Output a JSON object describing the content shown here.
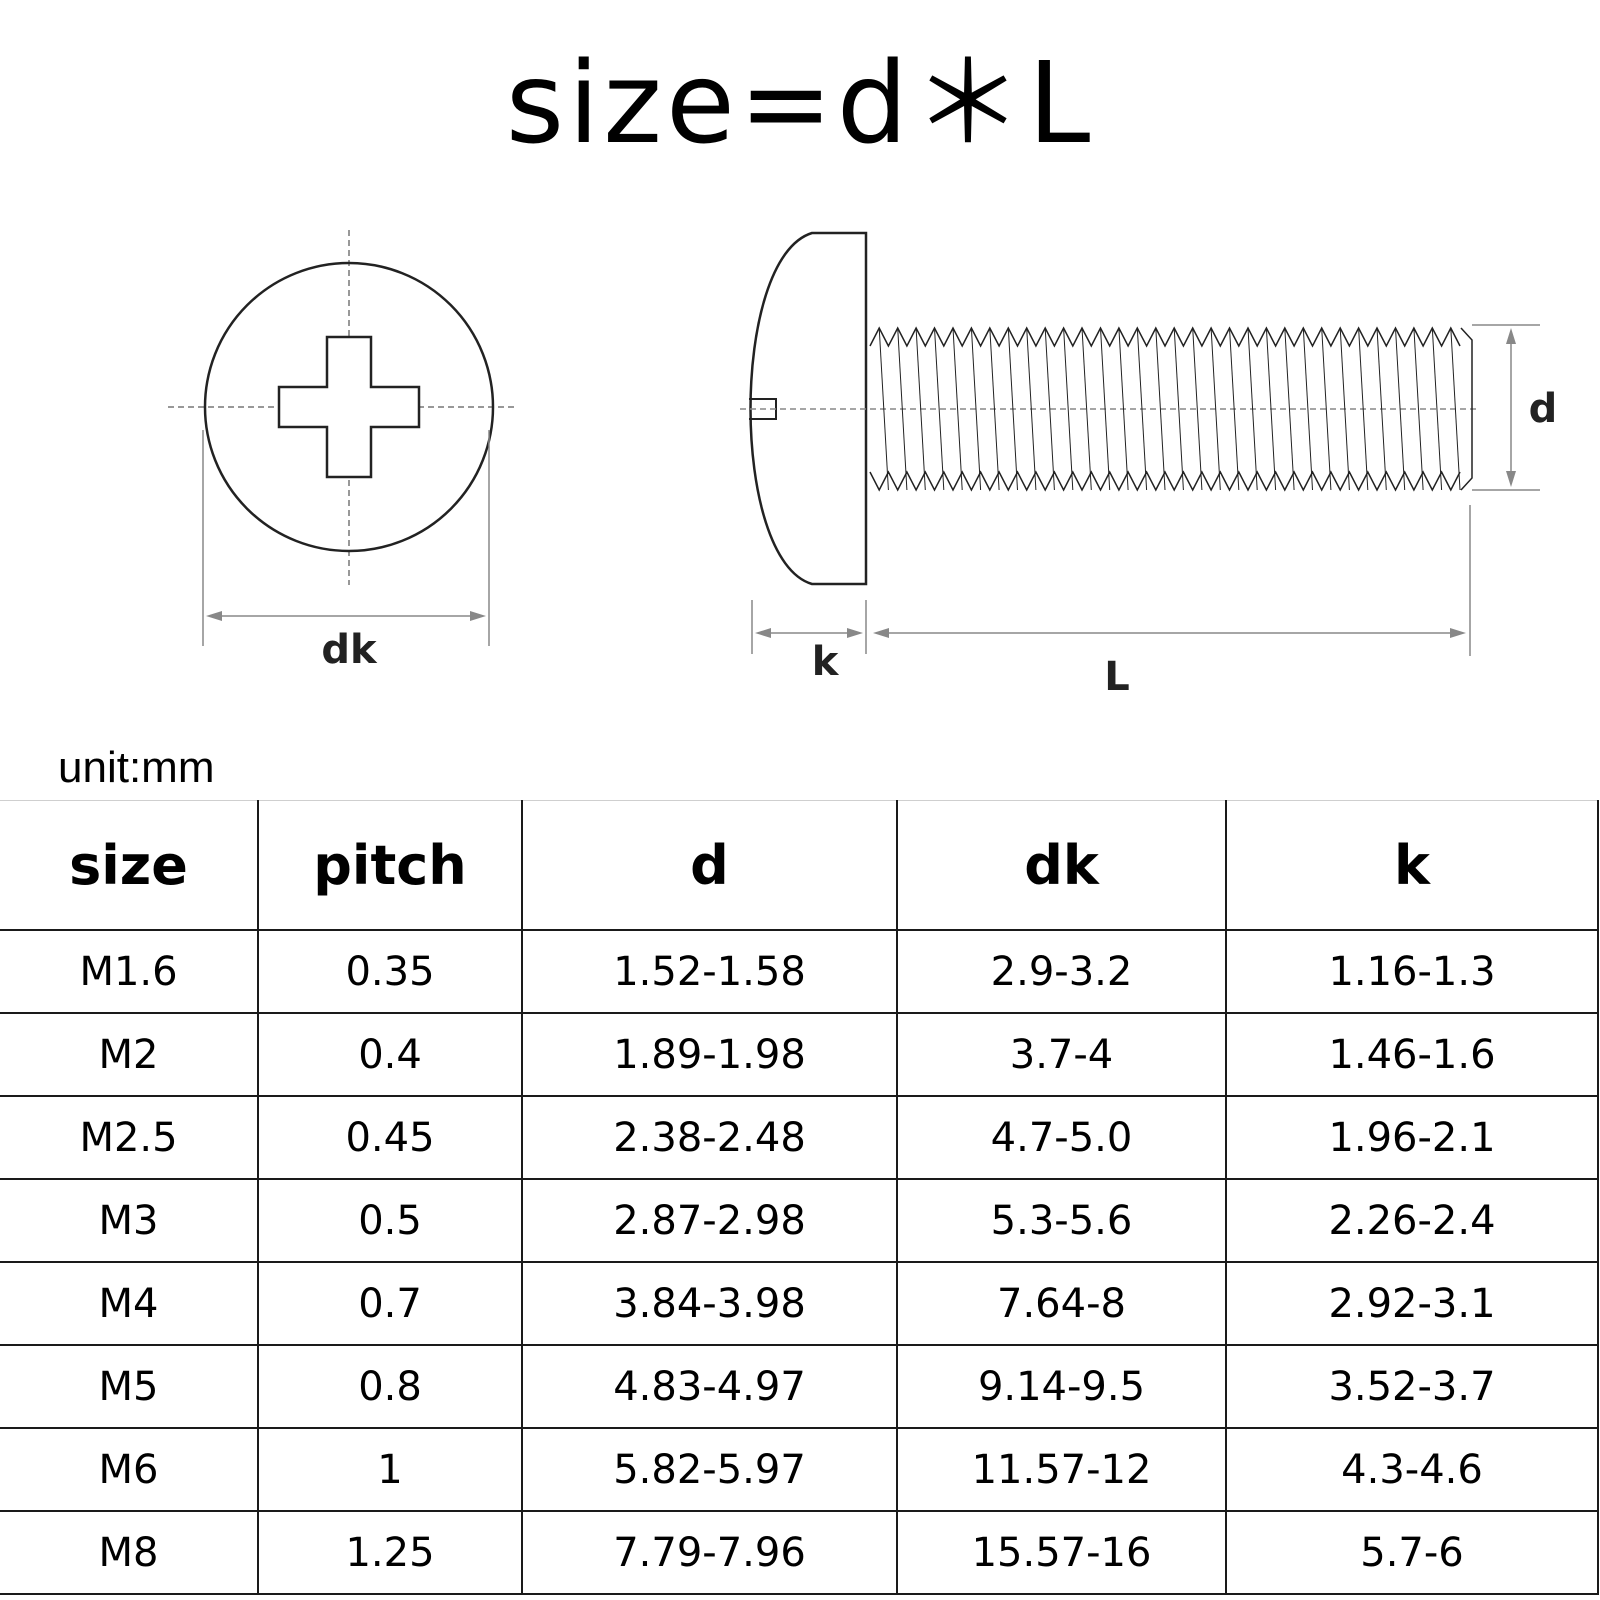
{
  "title": "size=d＊L",
  "diagram": {
    "labels": {
      "dk": "dk",
      "k": "k",
      "L": "L",
      "d": "d"
    }
  },
  "unit": "unit:mm",
  "table": {
    "headers": [
      "size",
      "pitch",
      "d",
      "dk",
      "k"
    ],
    "rows": [
      [
        "M1.6",
        "0.35",
        "1.52-1.58",
        "2.9-3.2",
        "1.16-1.3"
      ],
      [
        "M2",
        "0.4",
        "1.89-1.98",
        "3.7-4",
        "1.46-1.6"
      ],
      [
        "M2.5",
        "0.45",
        "2.38-2.48",
        "4.7-5.0",
        "1.96-2.1"
      ],
      [
        "M3",
        "0.5",
        "2.87-2.98",
        "5.3-5.6",
        "2.26-2.4"
      ],
      [
        "M4",
        "0.7",
        "3.84-3.98",
        "7.64-8",
        "2.92-3.1"
      ],
      [
        "M5",
        "0.8",
        "4.83-4.97",
        "9.14-9.5",
        "3.52-3.7"
      ],
      [
        "M6",
        "1",
        "5.82-5.97",
        "11.57-12",
        "4.3-4.6"
      ],
      [
        "M8",
        "1.25",
        "7.79-7.96",
        "15.57-16",
        "5.7-6"
      ]
    ]
  }
}
